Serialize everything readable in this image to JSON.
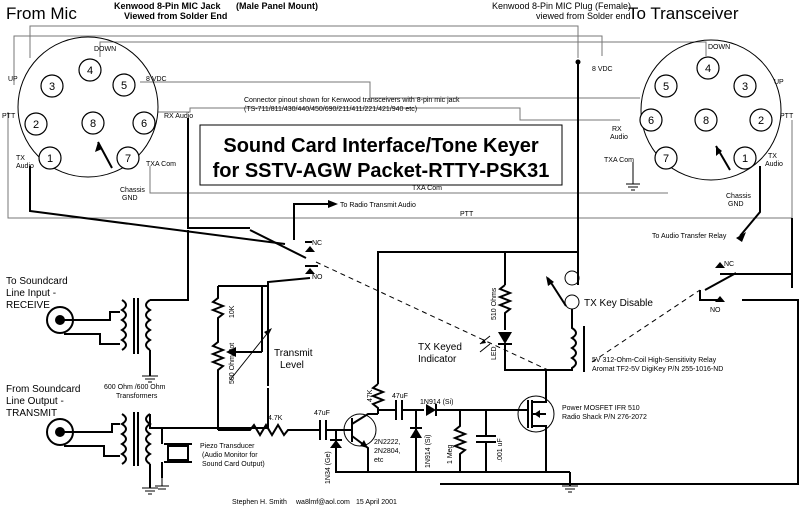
{
  "headers": {
    "from_mic": "From Mic",
    "mic_jack": "Kenwood 8-Pin MIC Jack",
    "mic_jack_sub": "Viewed from Solder End",
    "mic_jack_mount": "(Male Panel Mount)",
    "plug": "Kenwood 8-Pin MIC Plug (Female)",
    "plug_sub": "viewed from Solder end",
    "to_transceiver": "To Transceiver"
  },
  "title": {
    "line1": "Sound Card Interface/Tone Keyer",
    "line2": "for SSTV-AGW Packet-RTTY-PSK31"
  },
  "pinout_note": {
    "line1": "Connector pinout shown for Kenwood transceivers with 8-pin mic jack",
    "line2": "(TS-711/811/430/440/450/690/211/411/221/421/940 etc)"
  },
  "left_connector": {
    "pins": [
      "1",
      "2",
      "3",
      "4",
      "5",
      "6",
      "7",
      "8"
    ],
    "labels": {
      "down": "DOWN",
      "up": "UP",
      "vdc": "8 VDC",
      "ptt": "PTT",
      "rx_audio": "RX Audio",
      "tx_audio_1": "TX",
      "tx_audio_2": "Audio",
      "txa_com": "TXA Com",
      "chassis_1": "Chassis",
      "chassis_2": "GND"
    }
  },
  "right_connector": {
    "pins": [
      "1",
      "2",
      "3",
      "4",
      "5",
      "6",
      "7",
      "8"
    ],
    "labels": {
      "down": "DOWN",
      "up": "UP",
      "ptt": "PTT",
      "rx_1": "RX",
      "rx_2": "Audio",
      "txa_com": "TXA Com",
      "tx_1": "TX",
      "tx_2": "Audio",
      "chassis_1": "Chassis",
      "chassis_2": "GND"
    }
  },
  "bus_labels": {
    "txa_com": "TXA Com",
    "ptt": "PTT",
    "vdc": "8 VDC"
  },
  "signals": {
    "radio_tx_audio": "To Radio Transmit Audio",
    "audio_transfer_relay": "To Audio Transfer Relay",
    "nc": "NC",
    "no": "NO",
    "nc2": "NC",
    "no2": "NO"
  },
  "soundcard": {
    "receive_1": "To Soundcard",
    "receive_2": "Line Input -",
    "receive_3": "RECEIVE",
    "transmit_1": "From Soundcard",
    "transmit_2": "Line Output -",
    "transmit_3": "TRANSMIT",
    "xfmr_1": "600 Ohm /600 Ohm",
    "xfmr_2": "Transformers"
  },
  "components": {
    "pot_10k": "10K",
    "pot_500": "500 Ohm Pot",
    "transmit_level_1": "Transmit",
    "transmit_level_2": "Level",
    "r_4k7": "4.7K",
    "c_47uf_a": "47uF",
    "c_47uf_b": "47uF",
    "r_47k": "47K",
    "d_1n34": "1N34 (Ge)",
    "transistor_1": "2N2222,",
    "transistor_2": "2N2804,",
    "transistor_3": "etc",
    "d_1n914_a": "1N914 (Si)",
    "d_1n914_b": "1N914 (Si)",
    "r_1meg": "1 Meg",
    "c_001": ".001 uF",
    "r_510": "510 Ohms",
    "led": "LED",
    "tx_keyed_1": "TX Keyed",
    "tx_keyed_2": "Indicator",
    "tx_key_disable": "TX Key Disable",
    "relay_1": "5V  312-Ohm-Coil  High-Sensitivity Relay",
    "relay_2": "Aromat TF2-5V   DigiKey P/N 255-1016-ND",
    "mosfet_1": "Power MOSFET  IFR 510",
    "mosfet_2": "Radio Shack  P/N 276-2072",
    "piezo_1": "Piezo Transducer",
    "piezo_2": "(Audio Monitor for",
    "piezo_3": "Sound Card Output)"
  },
  "footer": {
    "author": "Stephen H. Smith",
    "email": "wa8lmf@aol.com",
    "date": "15 April 2001"
  }
}
